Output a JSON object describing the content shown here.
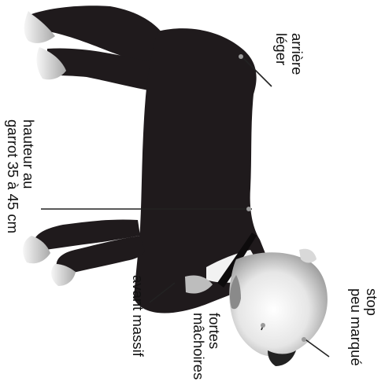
{
  "diagram": {
    "labels": {
      "arriere": [
        "arrière",
        "léger"
      ],
      "hauteur": [
        "hauteur au",
        "garrot 35 à 45 cm"
      ],
      "avant": [
        "avant massif"
      ],
      "machoires": [
        "fortes",
        "mâchoires"
      ],
      "stop": [
        "stop",
        "peu marqué"
      ]
    },
    "colors": {
      "body": "#1f1a1c",
      "white_markings": "#f2f2f2",
      "shading": "#9a9a9a",
      "lines": "#222222",
      "text": "#111111"
    }
  }
}
